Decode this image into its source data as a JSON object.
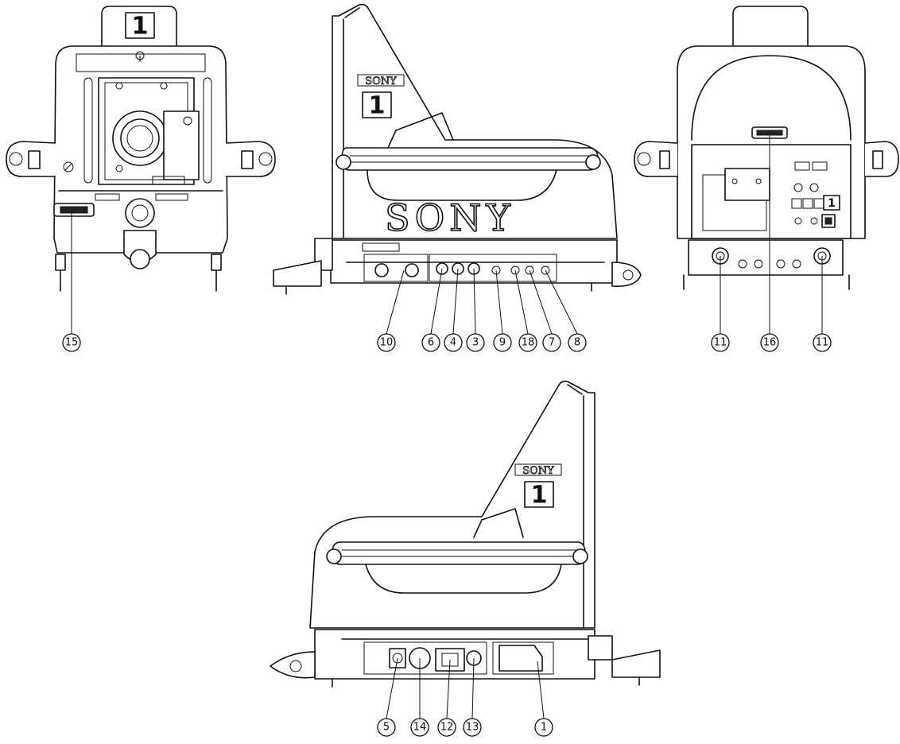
{
  "views": {
    "front": {
      "unit_number": "1"
    },
    "left_side": {
      "unit_number": "1",
      "brand_badge": "SONY",
      "brand_logo": "SONY"
    },
    "rear": {
      "unit_number": "1"
    },
    "right_side": {
      "unit_number": "1",
      "brand_badge": "SONY"
    }
  },
  "callouts": {
    "c15": "15",
    "c10": "10",
    "c6": "6",
    "c4": "4",
    "c3": "3",
    "c9": "9",
    "c18": "18",
    "c7": "7",
    "c8": "8",
    "c11a": "11",
    "c16": "16",
    "c11b": "11",
    "c5": "5",
    "c14": "14",
    "c12": "12",
    "c13": "13",
    "c1": "1"
  }
}
